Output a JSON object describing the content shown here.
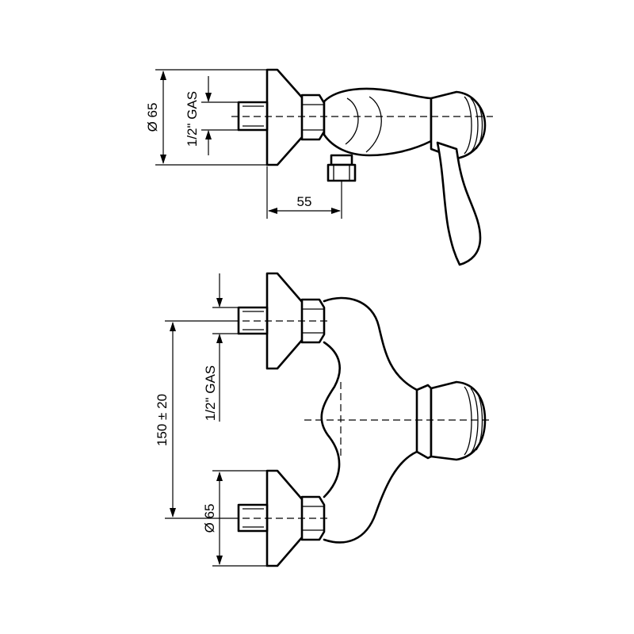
{
  "top_view": {
    "dim_diameter": "Ø 65",
    "dim_thread": "1/2\" GAS",
    "dim_width": "55"
  },
  "front_view": {
    "dim_spacing": "150 ± 20",
    "dim_thread": "1/2\" GAS",
    "dim_diameter": "Ø 65"
  },
  "colors": {
    "line": "#000000",
    "background": "#ffffff"
  }
}
